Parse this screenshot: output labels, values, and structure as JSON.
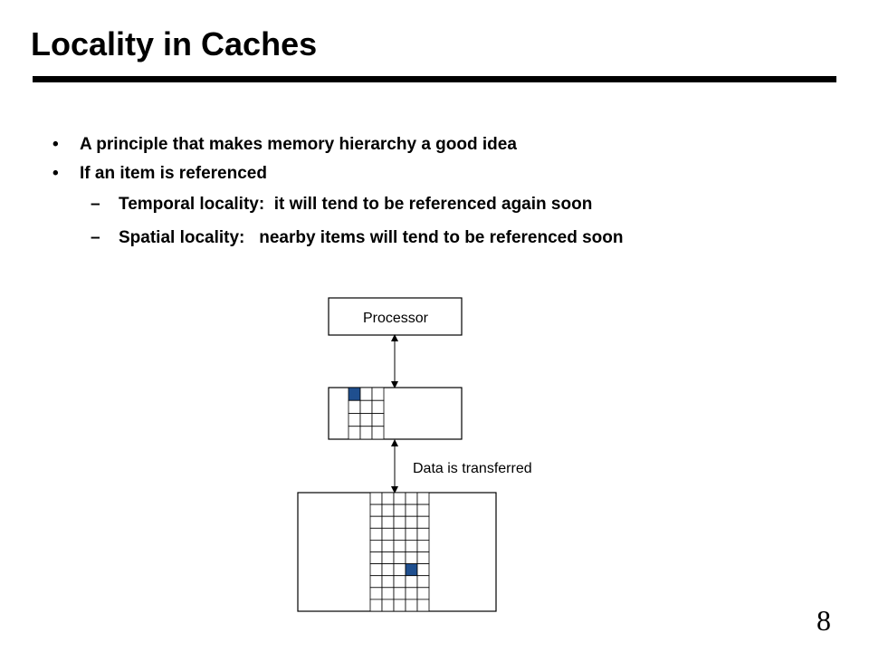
{
  "slide": {
    "title": "Locality in Caches",
    "page_number": "8"
  },
  "bullets": {
    "items": [
      {
        "marker": "•",
        "text": "A principle that makes memory hierarchy a good idea"
      },
      {
        "marker": "•",
        "text": "If an item is referenced"
      },
      {
        "marker": "–",
        "text": "Temporal locality:  it will tend to be referenced again soon"
      },
      {
        "marker": "–",
        "text": "Spatial locality:   nearby items will tend to be referenced soon"
      }
    ]
  },
  "diagram": {
    "processor_label": "Processor",
    "transfer_label": "Data is transferred",
    "colors": {
      "highlight": "#1f4f8f",
      "line": "#000000"
    }
  }
}
